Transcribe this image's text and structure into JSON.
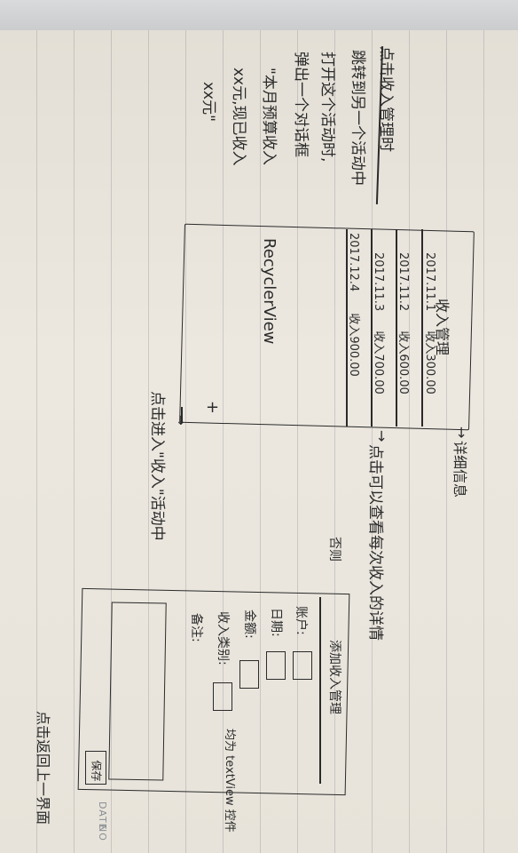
{
  "sketch_notes": {
    "home_title": "点击收入管理时",
    "jump_line": "跳转到另一个活动中",
    "open_line": "打开这个活动时,",
    "popup_line": "弹出一个对话框",
    "budget_line": "\"本月预算收入",
    "amount_line": "xx元,现已收入",
    "amount_line2": "xx元\"",
    "add_hint": "点击进入\"收入\"活动中",
    "detail_hint": "点击可以查看每次收入的详情",
    "detail_side": "否则",
    "back_hint": "点击返回上一界面"
  },
  "recycler": {
    "label": "RecyclerView",
    "title": "收入管理",
    "rows": [
      {
        "date": "2017.11.1",
        "amount": "收入300.00"
      },
      {
        "date": "2017.11.2",
        "amount": "收入600.00"
      },
      {
        "date": "2017.11.3",
        "amount": "收入700.00"
      },
      {
        "date": "2017.12.4",
        "amount": "收入900.00"
      }
    ],
    "add_symbol": "+",
    "detail_word": "详细信息"
  },
  "form": {
    "title": "添加收入管理",
    "fields": [
      "账户:",
      "日期:",
      "金额:",
      "收入类别:",
      "备注:"
    ],
    "note": "均为 textView 控件",
    "save_label": "保存"
  },
  "footer": {
    "date_stamp": "DATE",
    "no_stamp": "NO"
  }
}
